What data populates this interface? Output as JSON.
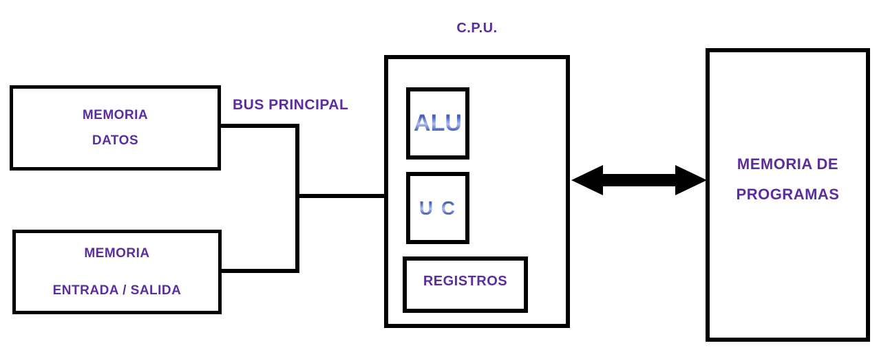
{
  "diagram": {
    "title": "CPU / memory architecture diagram",
    "colors": {
      "background": "#ffffff",
      "line_black": "#000000",
      "text_purple": "#5c2da0",
      "text_blue_gradient_dark": "#27389b",
      "text_blue_gradient_light": "#aebfeb"
    },
    "labels": {
      "cpu": "C.P.U.",
      "bus": "BUS PRINCIPAL",
      "alu": "ALU",
      "uc": "U C",
      "registros": "REGISTROS"
    },
    "boxes": {
      "memoria_datos": {
        "line1": "MEMORIA",
        "line2": "DATOS"
      },
      "memoria_entrada_salida": {
        "line1": "MEMORIA",
        "line2": "ENTRADA / SALIDA"
      },
      "memoria_programas": {
        "line1": "MEMORIA DE",
        "line2": "PROGRAMAS"
      }
    },
    "icons": {
      "bidirectional_arrow": "double-headed-horizontal-arrow"
    }
  }
}
